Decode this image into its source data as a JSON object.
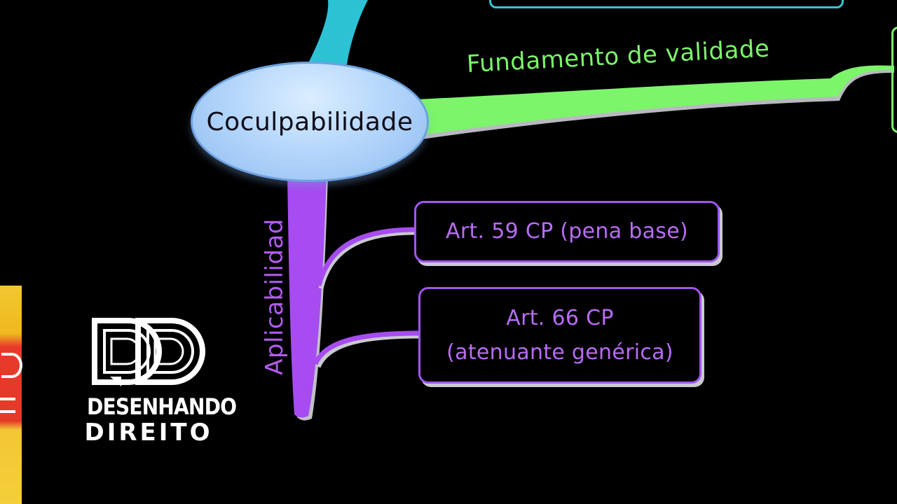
{
  "central_node": {
    "label": "Coculpabilidade"
  },
  "branches": {
    "fundamento": {
      "label": "Fundamento de validade",
      "color": "#7cf56a"
    },
    "aplicabilidade": {
      "label": "Aplicabilidad",
      "color": "#b25cf2"
    },
    "top": {
      "color": "#3cc3d6"
    }
  },
  "leaves": [
    {
      "lines": [
        "Art. 59 CP (pena base)"
      ]
    },
    {
      "lines": [
        "Art. 66 CP",
        "(atenuante genérica)"
      ]
    }
  ],
  "logo": {
    "line1": "DESENHANDO",
    "line2": "DIREITO"
  }
}
